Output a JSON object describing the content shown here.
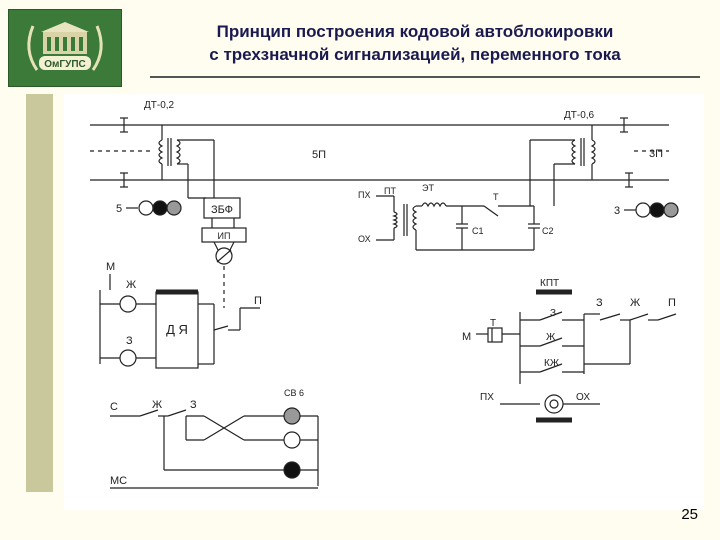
{
  "slide": {
    "title_line1": "Принцип построения кодовой автоблокировки",
    "title_line2": "с трехзначной сигнализацией, переменного тока",
    "page_number": "25",
    "logo_text": "ОмГУПС",
    "colors": {
      "title": "#1a1a50",
      "logo_bg": "#3c7a3a",
      "side_bar": "#c8c89c",
      "background": "#fffdf0"
    }
  },
  "diagram": {
    "labels": {
      "dt_left": "ДТ-0,2",
      "dt_right": "ДТ-0,6",
      "track_5p": "5П",
      "track_3p": "3П",
      "signal_5": "5",
      "signal_3": "3",
      "block_zbf": "ЗБФ",
      "block_ip": "ИП",
      "px_top": "ПХ",
      "pt": "ПТ",
      "et": "ЭТ",
      "t_top": "Т",
      "ox_top": "ОХ",
      "c1": "С1",
      "c2": "С2",
      "m_left": "М",
      "zh_left": "Ж",
      "z_left": "З",
      "dya": "Д Я",
      "p_left": "П",
      "kpt": "КПТ",
      "m_right": "М",
      "t_right": "Т",
      "z_right": "З",
      "zh_right": "Ж",
      "p_right": "П",
      "z_kpt": "З",
      "zh_kpt": "Ж",
      "kzh_kpt": "КЖ",
      "px_bottom": "ПХ",
      "ox_bottom": "ОХ",
      "c_bottom": "С",
      "zh_bottom": "Ж",
      "z_bottom": "З",
      "sv6": "СВ 6",
      "mc": "МС"
    }
  }
}
